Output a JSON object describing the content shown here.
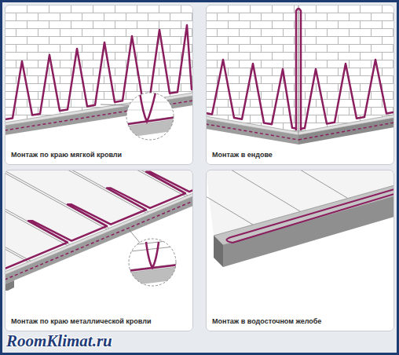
{
  "diagram": {
    "nodes": [
      {
        "text": [
          "Монтаж по краю мягкой кровли"
        ]
      },
      {
        "text": [
          "Монтаж в ендове"
        ]
      },
      {
        "text": [
          "Монтаж по краю металлической кровли"
        ]
      },
      {
        "text": [
          "Монтаж в водосточном желобе"
        ]
      }
    ],
    "labels": [
      "RoomKlimat.ru"
    ]
  }
}
